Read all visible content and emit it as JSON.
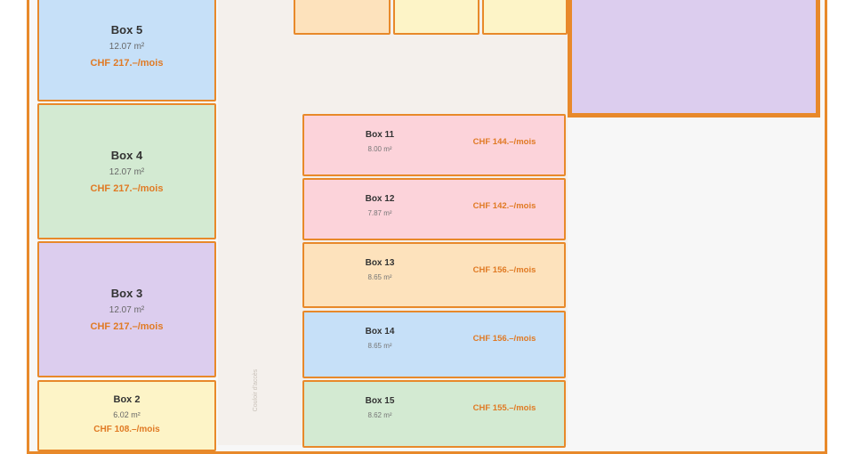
{
  "colors": {
    "border": "#e8892a",
    "price": "#e07a24",
    "blue": "#c6e0f8",
    "green": "#d3ead2",
    "purple": "#dccdee",
    "yellow": "#fdf4c7",
    "orange": "#fde2bc",
    "pink": "#fcd3da"
  },
  "corridor_label": "Couloir d'accès",
  "left_boxes": {
    "box5": {
      "name": "Box 5",
      "area": "12.07 m²",
      "price": "CHF 217.–/mois",
      "color": "blue"
    },
    "box4": {
      "name": "Box 4",
      "area": "12.07 m²",
      "price": "CHF 217.–/mois",
      "color": "green"
    },
    "box3": {
      "name": "Box 3",
      "area": "12.07 m²",
      "price": "CHF 217.–/mois",
      "color": "purple"
    },
    "box2": {
      "name": "Box 2",
      "area": "6.02 m²",
      "price": "CHF 108.–/mois",
      "color": "yellow"
    }
  },
  "right_boxes": {
    "box11": {
      "name": "Box 11",
      "area": "8.00 m²",
      "price": "CHF 144.–/mois",
      "color": "pink"
    },
    "box12": {
      "name": "Box 12",
      "area": "7.87 m²",
      "price": "CHF 142.–/mois",
      "color": "pink"
    },
    "box13": {
      "name": "Box 13",
      "area": "8.65 m²",
      "price": "CHF 156.–/mois",
      "color": "orange"
    },
    "box14": {
      "name": "Box 14",
      "area": "8.65 m²",
      "price": "CHF 156.–/mois",
      "color": "blue"
    },
    "box15": {
      "name": "Box 15",
      "area": "8.62 m²",
      "price": "CHF 155.–/mois",
      "color": "green"
    }
  }
}
